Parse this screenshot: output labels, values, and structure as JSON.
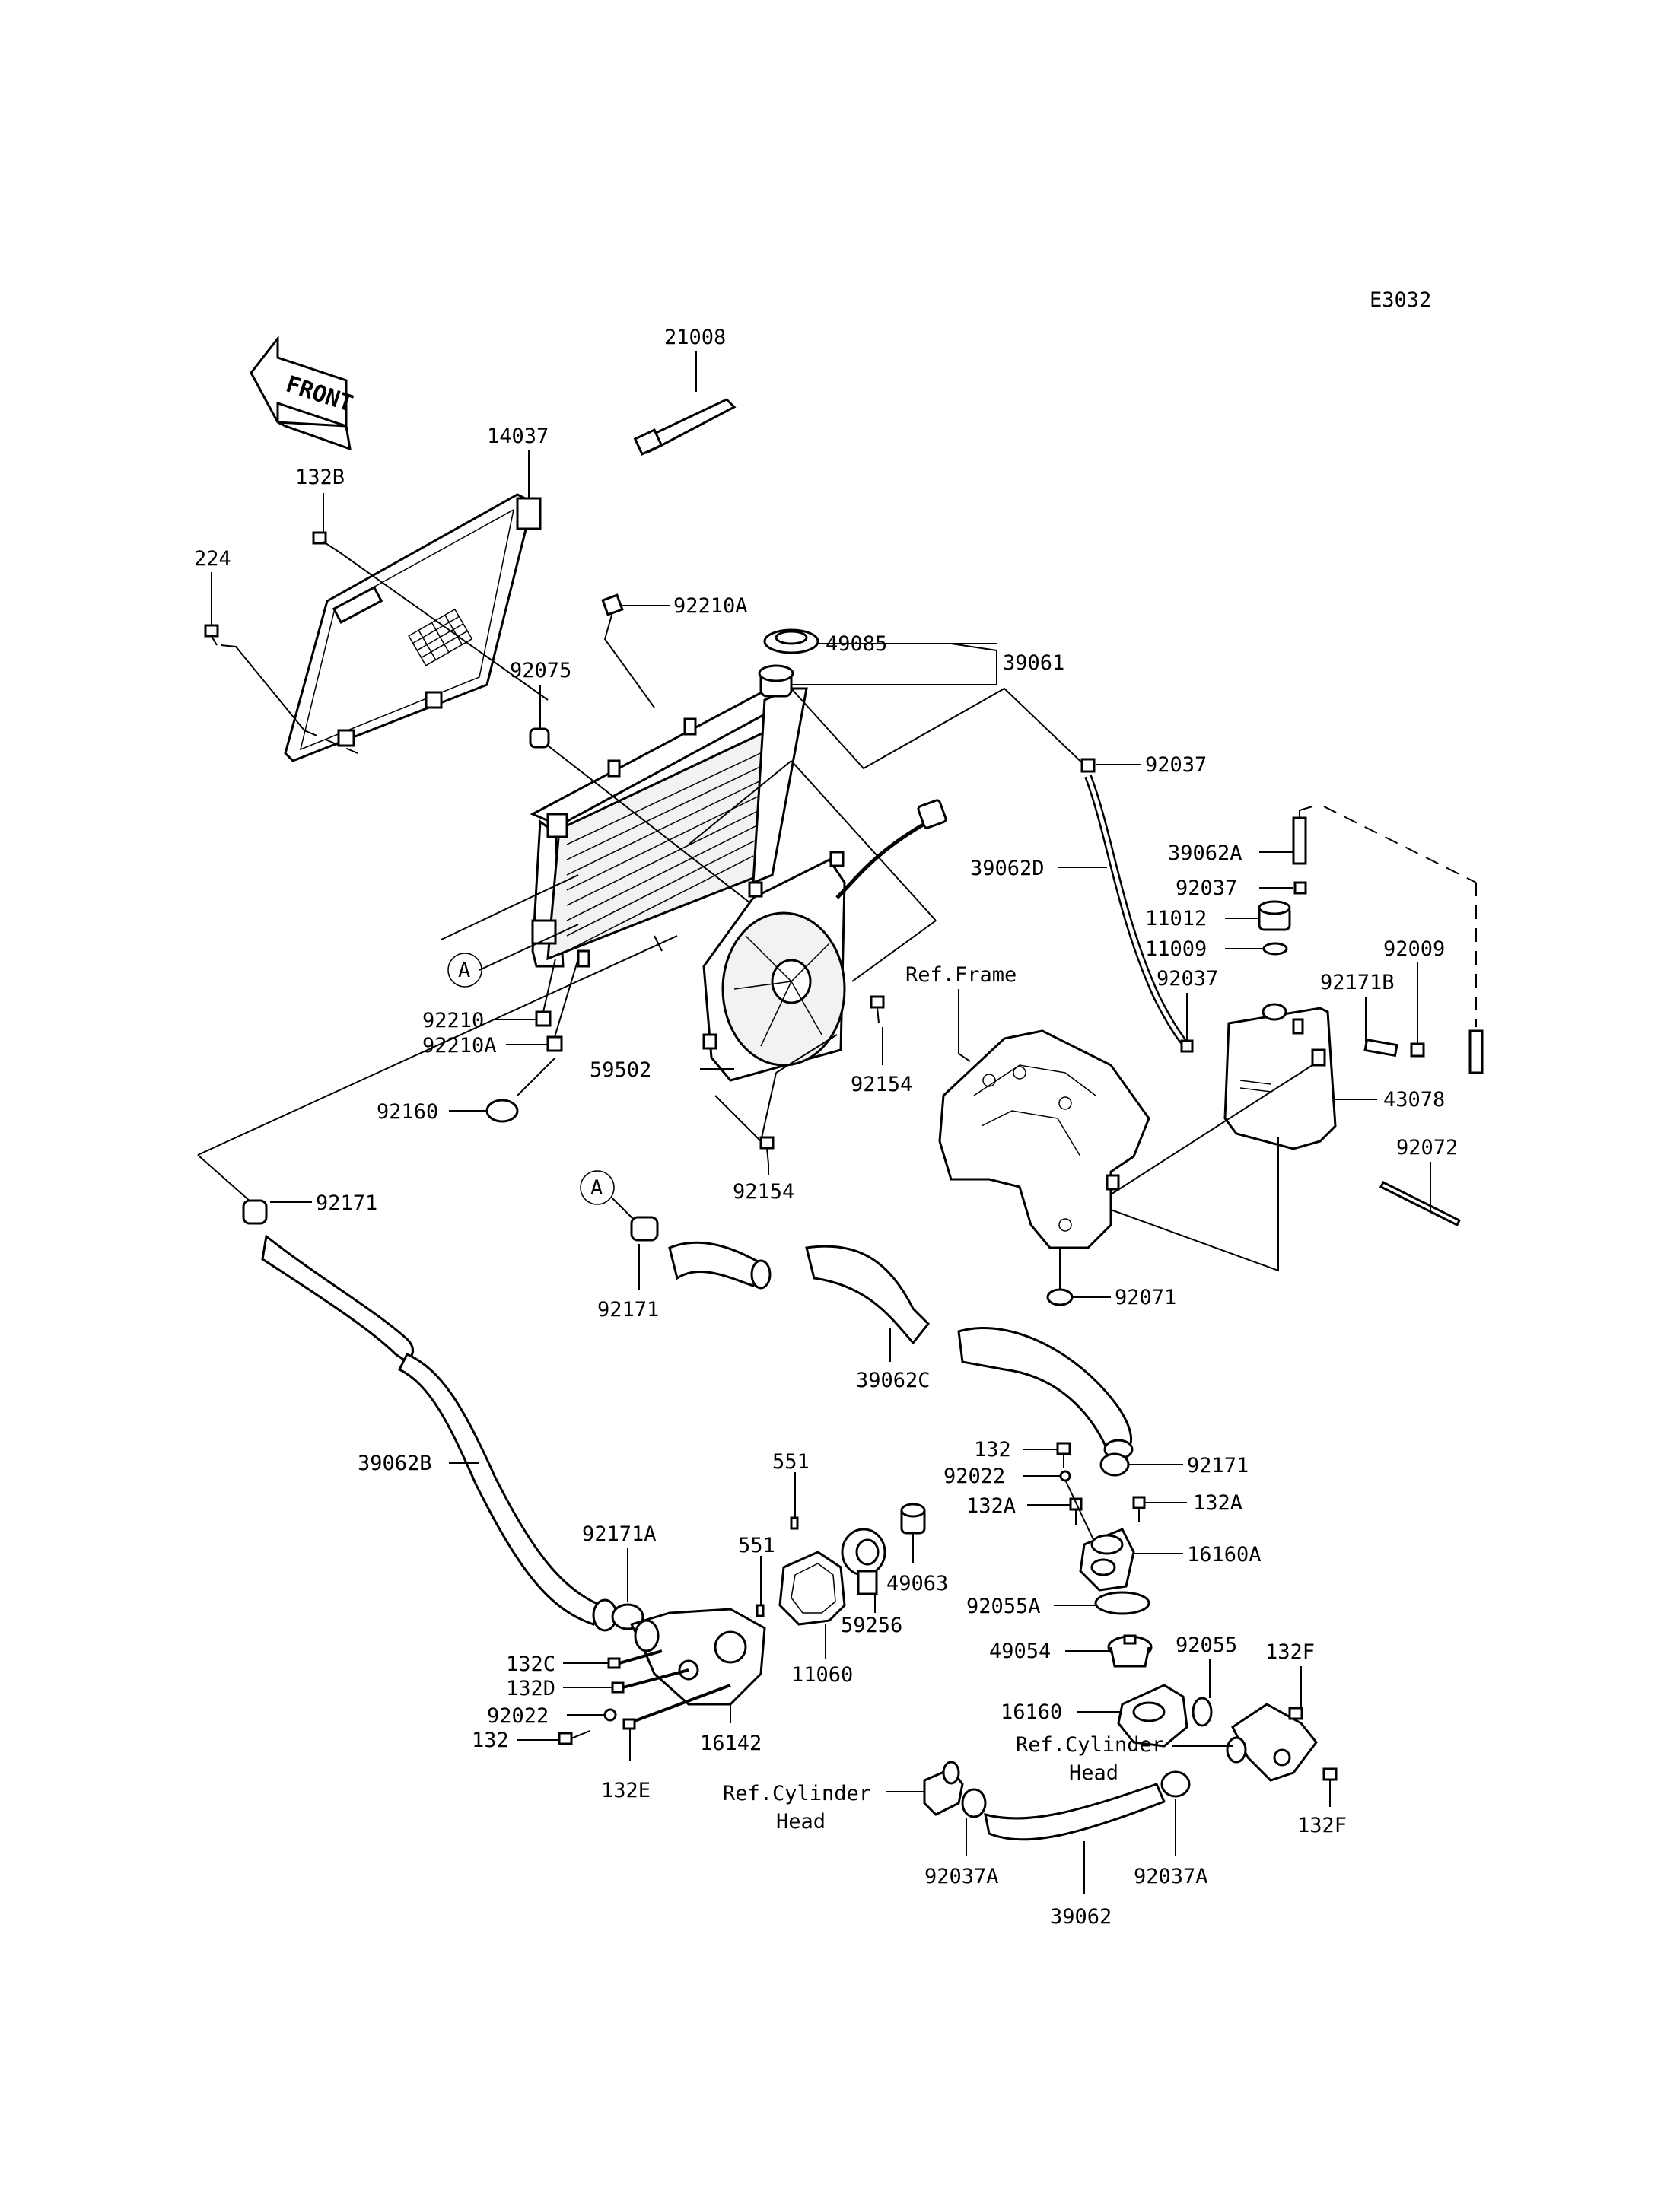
{
  "diagram_code": "E3032",
  "front_label": "FRONT",
  "ref_frame": "Ref.Frame",
  "ref_cyl_head_line1": "Ref.Cylinder",
  "ref_cyl_head_line2": "Head",
  "callout_A": "A",
  "labels": {
    "p21008": "21008",
    "p14037": "14037",
    "p132B": "132B",
    "p224": "224",
    "p92210A_top": "92210A",
    "p49085": "49085",
    "p39061": "39061",
    "p92075": "92075",
    "p92037_top": "92037",
    "p39062D": "39062D",
    "p39062A": "39062A",
    "p92037_mid": "92037",
    "p11012": "11012",
    "p11009": "11009",
    "p92037_low": "92037",
    "p92171B": "92171B",
    "p92009": "92009",
    "p43078": "43078",
    "p92072": "92072",
    "p92210": "92210",
    "p92210A_low": "92210A",
    "p92160": "92160",
    "p59502": "59502",
    "p92154_a": "92154",
    "p92154_b": "92154",
    "p92171_left": "92171",
    "p92171_mid": "92171",
    "p39062C": "39062C",
    "p92071": "92071",
    "p39062B": "39062B",
    "p92171A": "92171A",
    "p551_top": "551",
    "p551_low": "551",
    "p49063": "49063",
    "p59256": "59256",
    "p11060": "11060",
    "p16142": "16142",
    "p132C": "132C",
    "p132D": "132D",
    "p92022_left": "92022",
    "p132_left": "132",
    "p132E": "132E",
    "p132_right": "132",
    "p92022_right": "92022",
    "p132A_left": "132A",
    "p132A_right": "132A",
    "p92171_right": "92171",
    "p16160A": "16160A",
    "p92055A": "92055A",
    "p49054": "49054",
    "p92055": "92055",
    "p132F_top": "132F",
    "p16160": "16160",
    "p132F_low": "132F",
    "p92037A_left": "92037A",
    "p92037A_right": "92037A",
    "p39062": "39062"
  }
}
